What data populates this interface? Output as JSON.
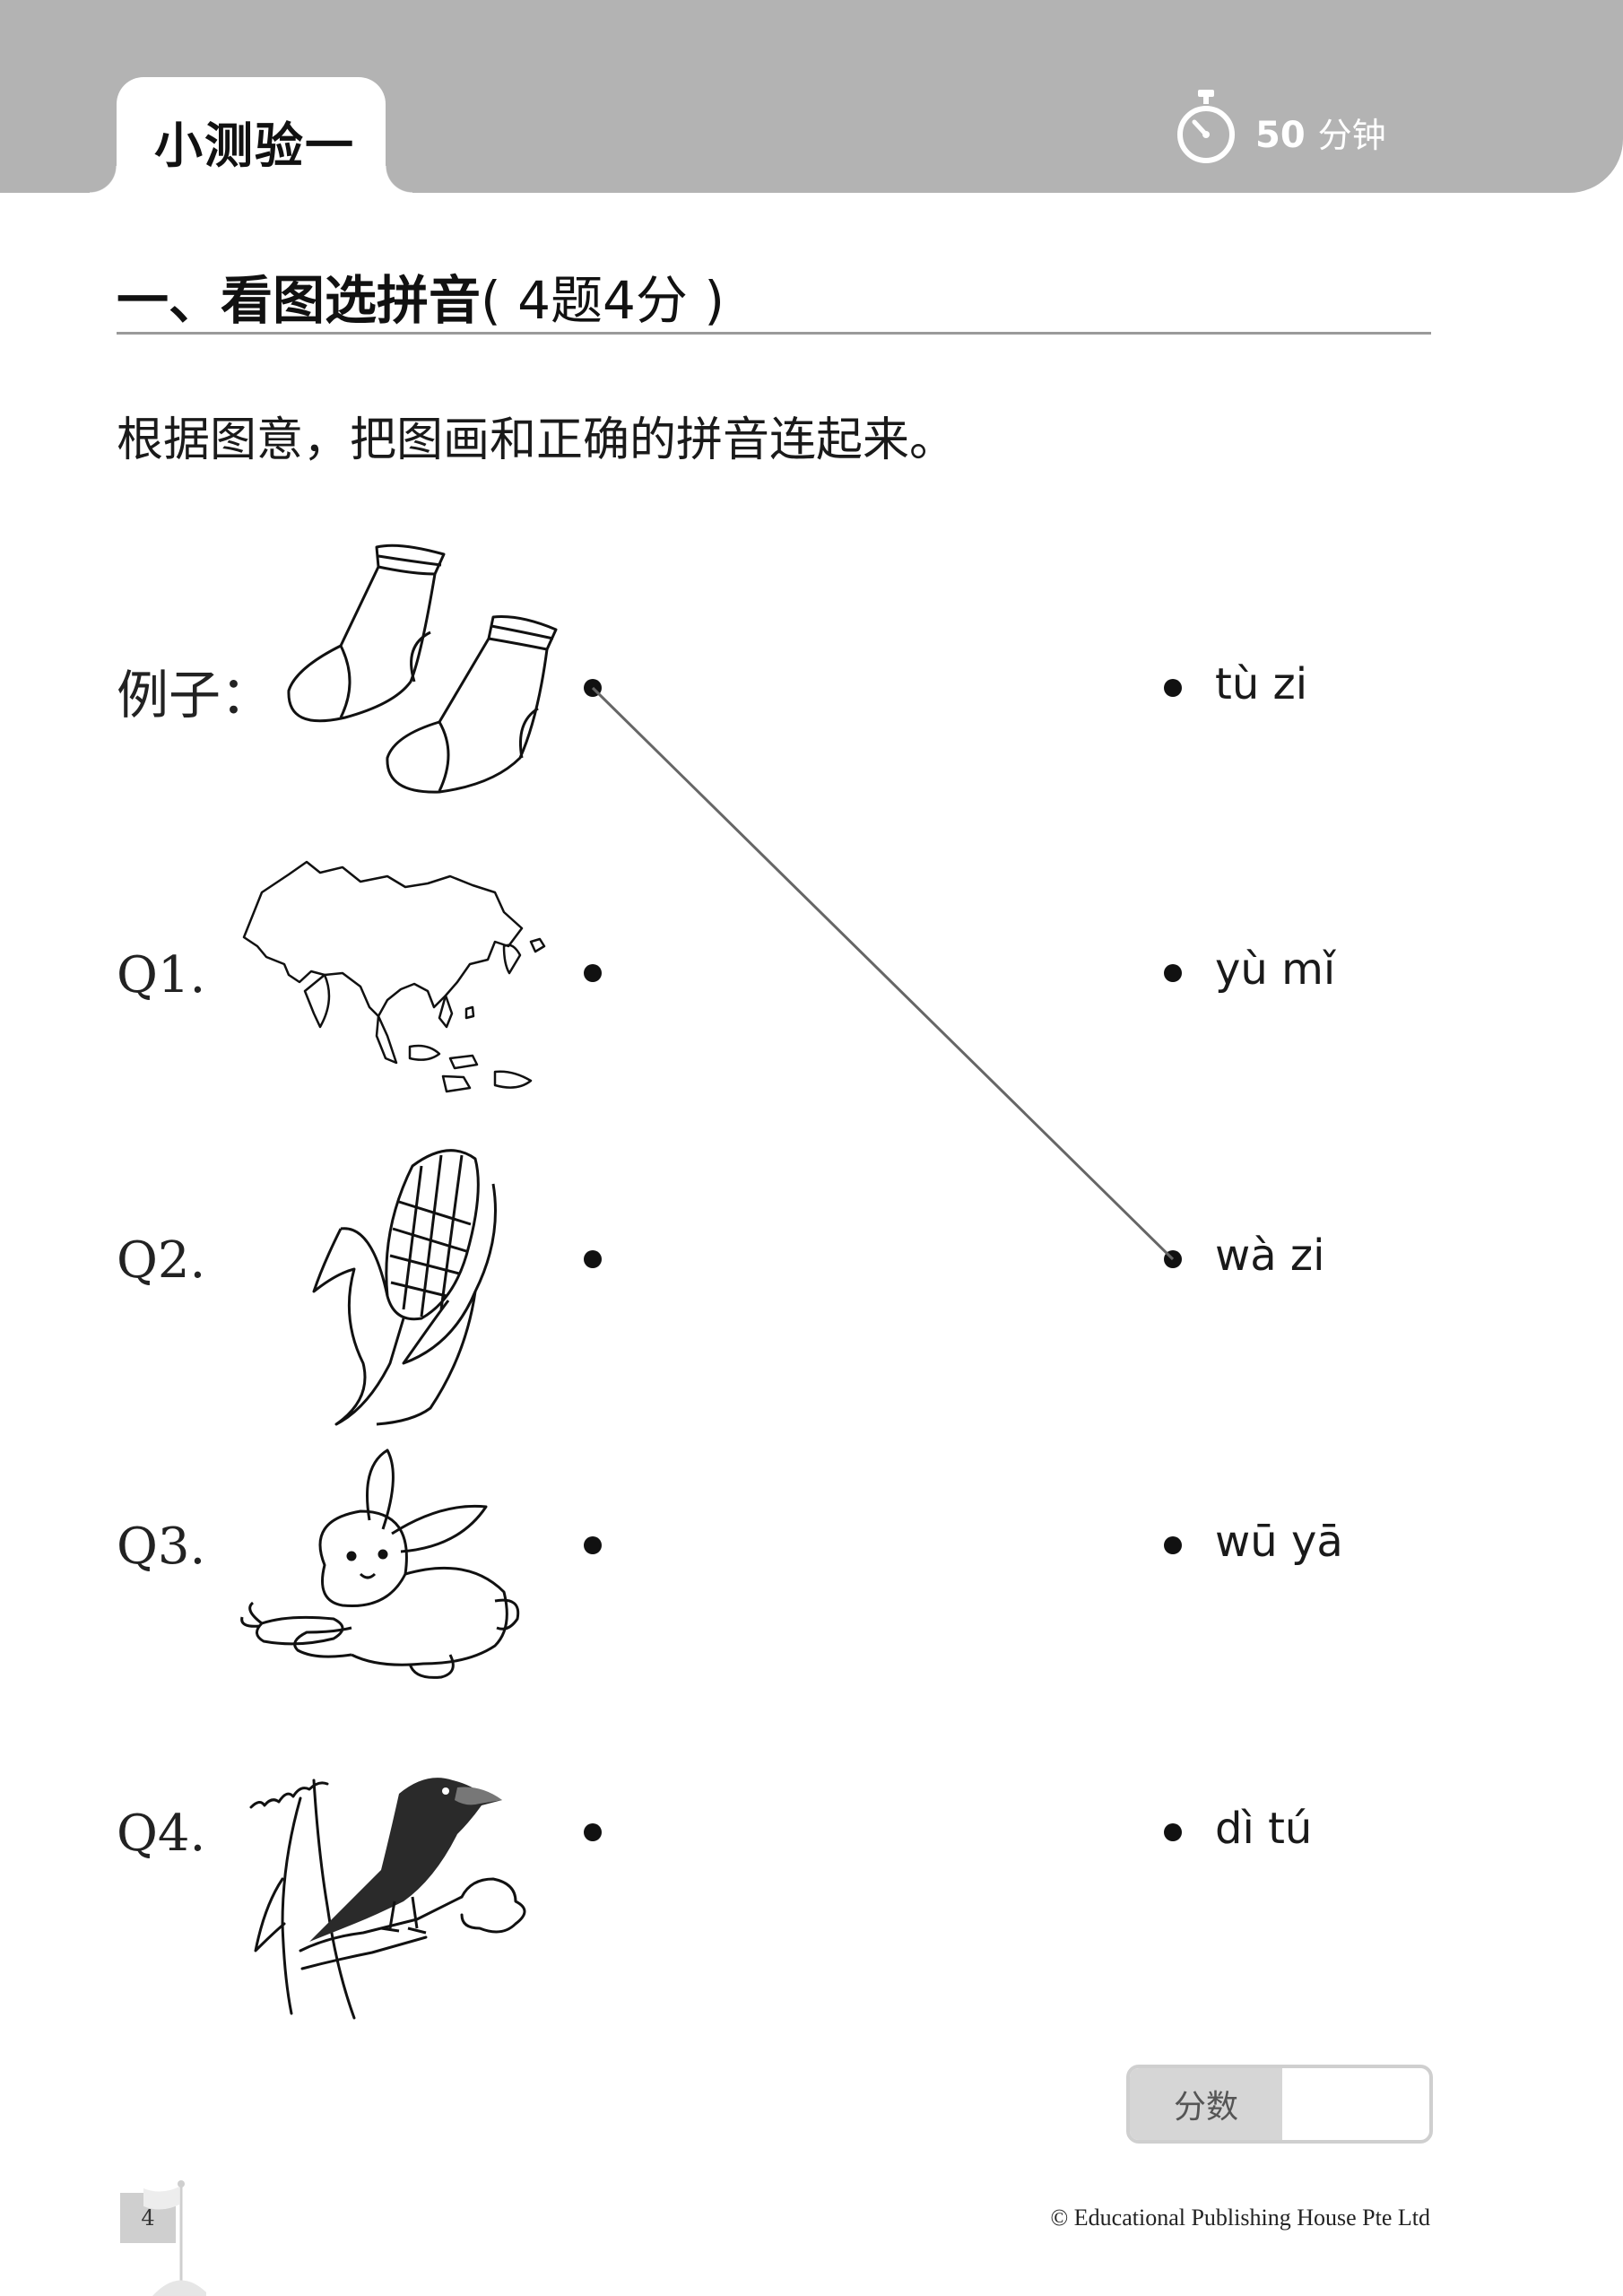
{
  "header": {
    "quiz_title": "小测验一",
    "duration_value": "50",
    "duration_unit": "分钟"
  },
  "section": {
    "title": "一、看图选拼音",
    "score_info": "( 4题4分 )",
    "instruction": "根据图意，把图画和正确的拼音连起来。"
  },
  "rows": [
    {
      "label": "例子：",
      "picture": "socks-illustration"
    },
    {
      "label": "Q1.",
      "picture": "map-of-asia-illustration"
    },
    {
      "label": "Q2.",
      "picture": "corn-illustration"
    },
    {
      "label": "Q3.",
      "picture": "rabbit-illustration"
    },
    {
      "label": "Q4.",
      "picture": "crow-illustration"
    }
  ],
  "pinyin_options": [
    "tù zi",
    "yù mǐ",
    "wà zi",
    "wū yā",
    "dì tú"
  ],
  "example_connection": {
    "from_row": 0,
    "to_option": 2
  },
  "score": {
    "label": "分数",
    "value": ""
  },
  "footer": {
    "page_number": "4",
    "copyright": "© Educational Publishing House Pte Ltd"
  }
}
